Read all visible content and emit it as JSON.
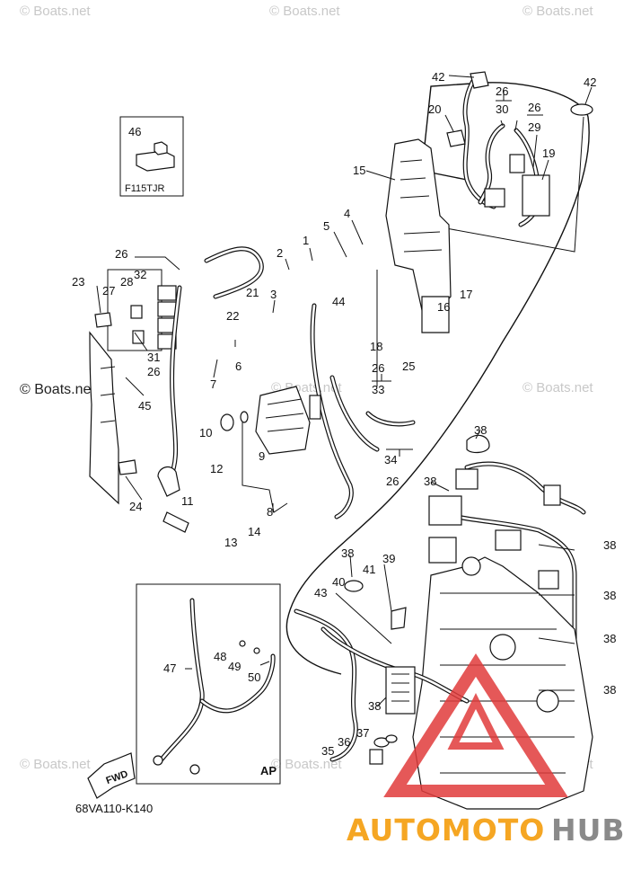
{
  "watermark": {
    "text": "© Boats.net"
  },
  "drawing_code": "68VA110-K140",
  "fwd_label": "FWD",
  "inset_model_label": "F115TJR",
  "inset_ap_label": "AP",
  "logo": {
    "part1": "AUTOMOTO",
    "part2": "HUB",
    "color_primary": "#f5a623",
    "color_secondary": "#8a8a8a",
    "triangle_color": "#e03b3b"
  },
  "callouts": [
    {
      "id": "c46",
      "text": "46"
    },
    {
      "id": "c42a",
      "text": "42"
    },
    {
      "id": "c42b",
      "text": "42"
    },
    {
      "id": "c26a",
      "text": "26"
    },
    {
      "id": "c30",
      "text": "30"
    },
    {
      "id": "c26b",
      "text": "26"
    },
    {
      "id": "c29",
      "text": "29"
    },
    {
      "id": "c20",
      "text": "20"
    },
    {
      "id": "c19",
      "text": "19"
    },
    {
      "id": "c15",
      "text": "15"
    },
    {
      "id": "c5",
      "text": "5"
    },
    {
      "id": "c4",
      "text": "4"
    },
    {
      "id": "c1",
      "text": "1"
    },
    {
      "id": "c2",
      "text": "2"
    },
    {
      "id": "c3",
      "text": "3"
    },
    {
      "id": "c26c",
      "text": "26"
    },
    {
      "id": "c32",
      "text": "32"
    },
    {
      "id": "c27",
      "text": "27"
    },
    {
      "id": "c28",
      "text": "28"
    },
    {
      "id": "c23",
      "text": "23"
    },
    {
      "id": "c21",
      "text": "21"
    },
    {
      "id": "c22",
      "text": "22"
    },
    {
      "id": "c44",
      "text": "44"
    },
    {
      "id": "c17",
      "text": "17"
    },
    {
      "id": "c16",
      "text": "16"
    },
    {
      "id": "c18",
      "text": "18"
    },
    {
      "id": "c25",
      "text": "25"
    },
    {
      "id": "c6",
      "text": "6"
    },
    {
      "id": "c7",
      "text": "7"
    },
    {
      "id": "c31",
      "text": "31"
    },
    {
      "id": "c26d",
      "text": "26"
    },
    {
      "id": "c45",
      "text": "45"
    },
    {
      "id": "c26e",
      "text": "26"
    },
    {
      "id": "c33",
      "text": "33"
    },
    {
      "id": "c10",
      "text": "10"
    },
    {
      "id": "c12",
      "text": "12"
    },
    {
      "id": "c9",
      "text": "9"
    },
    {
      "id": "c34",
      "text": "34"
    },
    {
      "id": "c26f",
      "text": "26"
    },
    {
      "id": "c11",
      "text": "11"
    },
    {
      "id": "c8",
      "text": "8"
    },
    {
      "id": "c24",
      "text": "24"
    },
    {
      "id": "c13",
      "text": "13"
    },
    {
      "id": "c14",
      "text": "14"
    },
    {
      "id": "c38a",
      "text": "38"
    },
    {
      "id": "c38b",
      "text": "38"
    },
    {
      "id": "c38c",
      "text": "38"
    },
    {
      "id": "c38d",
      "text": "38"
    },
    {
      "id": "c38e",
      "text": "38"
    },
    {
      "id": "c38f",
      "text": "38"
    },
    {
      "id": "c38g",
      "text": "38"
    },
    {
      "id": "c38h",
      "text": "38"
    },
    {
      "id": "c39",
      "text": "39"
    },
    {
      "id": "c40",
      "text": "40"
    },
    {
      "id": "c41",
      "text": "41"
    },
    {
      "id": "c43",
      "text": "43"
    },
    {
      "id": "c47",
      "text": "47"
    },
    {
      "id": "c48",
      "text": "48"
    },
    {
      "id": "c49",
      "text": "49"
    },
    {
      "id": "c50",
      "text": "50"
    },
    {
      "id": "c37",
      "text": "37"
    },
    {
      "id": "c36",
      "text": "36"
    },
    {
      "id": "c35",
      "text": "35"
    }
  ]
}
